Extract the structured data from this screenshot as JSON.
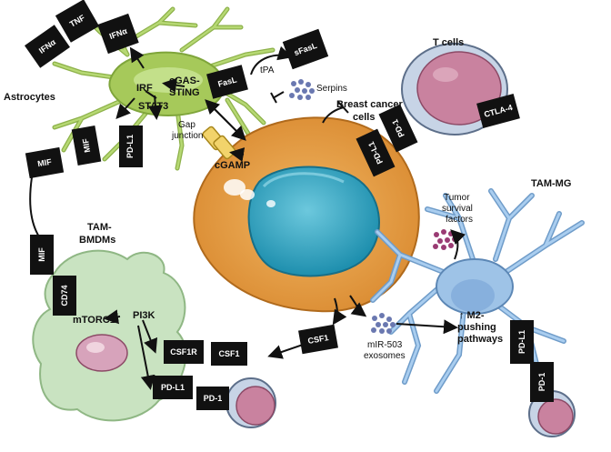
{
  "cells": {
    "astrocytes": "Astrocytes",
    "breast_cancer": "Breast cancer\ncells",
    "t_cells": "T cells",
    "tam_bmdm": "TAM-\nBMDMs",
    "tam_mg": "TAM-MG"
  },
  "labels": {
    "irf": "IRF",
    "stat3": "STAT3",
    "cgas_sting": "cGAS-\nSTING",
    "gap_junction": "Gap\njunction",
    "cgamp": "cGAMP",
    "tpa": "tPA",
    "serpins": "Serpins",
    "mtorc1": "mTORC1",
    "pi3k": "PI3K",
    "mir503": "mIR-503\nexosomes",
    "tumor_survival": "Tumor\nsurvival\nfactors",
    "m2_pathways": "↑ M2-\npushing\npathways"
  },
  "markers": {
    "tnf": "TNF",
    "ifna_1": "IFNα",
    "ifna_2": "IFNα",
    "fasl": "FasL",
    "sfasl": "sFasL",
    "mif_astro": "MIF",
    "pdl1_astro": "PD-L1",
    "mif_free": "MIF",
    "mif_bmdm": "MIF",
    "cd74": "CD74",
    "pdl1_tumor": "PD-L1",
    "pd1_tcell": "PD-1",
    "ctla4": "CTLA-4",
    "csf1_free": "CSF1",
    "csf1r": "CSF1R",
    "csf1_bound": "CSF1",
    "pdl1_bmdm": "PD-L1",
    "pd1_bmdm": "PD-1",
    "pdl1_mg": "PD-L1",
    "pd1_mg": "PD-1"
  },
  "colors": {
    "astrocyte": "#a6c95a",
    "tumor": "#e0973f",
    "nucleus": "#2aa0bd",
    "tcell": "#c7d4e6",
    "tcell_nucleus": "#c9829f",
    "bmdm": "#c9e3c1",
    "microglia": "#9ec3e7",
    "marker": "#111111"
  }
}
